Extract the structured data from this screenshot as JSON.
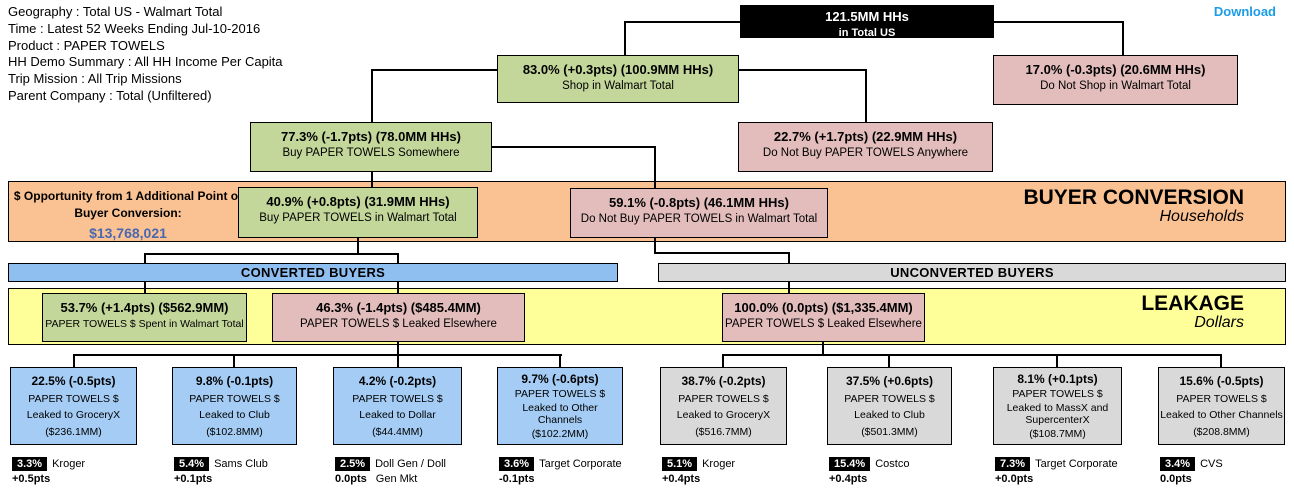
{
  "colors": {
    "green": "#c4d79b",
    "pink": "#e2bdbc",
    "orange": "#fac292",
    "yellow": "#ffff99",
    "blue-band": "#8fbff0",
    "blue-box": "#a4ccf4",
    "gray": "#d9d9d9",
    "link": "#1b9ce6",
    "amount": "#4a68b0"
  },
  "header": {
    "lines": [
      "Geography : Total US - Walmart Total",
      "Time : Latest 52 Weeks Ending Jul-10-2016",
      "Product : PAPER TOWELS",
      "HH Demo Summary : All HH Income Per Capita",
      "Trip Mission : All Trip Missions",
      "Parent Company : Total (Unfiltered)"
    ],
    "download_label": "Download"
  },
  "tree": {
    "total_us": {
      "value": "121.5MM HHs",
      "label": "in Total US"
    },
    "shop": {
      "value": "83.0% (+0.3pts) (100.9MM HHs)",
      "label": "Shop in Walmart Total"
    },
    "not_shop": {
      "value": "17.0% (-0.3pts) (20.6MM HHs)",
      "label": "Do Not Shop in Walmart Total"
    },
    "buy_somewhere": {
      "value": "77.3% (-1.7pts) (78.0MM HHs)",
      "label": "Buy PAPER TOWELS Somewhere"
    },
    "not_buy_anywhere": {
      "value": "22.7% (+1.7pts) (22.9MM HHs)",
      "label": "Do Not Buy PAPER TOWELS Anywhere"
    },
    "buy_walmart": {
      "value": "40.9% (+0.8pts) (31.9MM HHs)",
      "label": "Buy PAPER TOWELS in Walmart Total"
    },
    "not_buy_walmart": {
      "value": "59.1% (-0.8pts) (46.1MM HHs)",
      "label": "Do Not Buy PAPER TOWELS in Walmart Total"
    },
    "spent_walmart": {
      "value": "53.7% (+1.4pts) ($562.9MM)",
      "label": "PAPER TOWELS $ Spent in Walmart Total"
    },
    "leaked_converted": {
      "value": "46.3% (-1.4pts) ($485.4MM)",
      "label": "PAPER TOWELS $ Leaked Elsewhere"
    },
    "leaked_unconverted": {
      "value": "100.0% (0.0pts) ($1,335.4MM)",
      "label": "PAPER TOWELS $ Leaked Elsewhere"
    }
  },
  "opportunity": {
    "line1": "$ Opportunity from 1 Additional Point of",
    "line2": "Buyer Conversion:",
    "amount": "$13,768,021"
  },
  "sections": {
    "buyer_conversion": {
      "title": "BUYER CONVERSION",
      "subtitle": "Households"
    },
    "leakage": {
      "title": "LEAKAGE",
      "subtitle": "Dollars"
    }
  },
  "bands": {
    "converted": "CONVERTED BUYERS",
    "unconverted": "UNCONVERTED BUYERS"
  },
  "leaks": [
    {
      "value": "22.5% (-0.5pts)",
      "product": "PAPER TOWELS $",
      "dest": "Leaked to GroceryX",
      "amount": "($236.1MM)"
    },
    {
      "value": "9.8% (-0.1pts)",
      "product": "PAPER TOWELS $",
      "dest": "Leaked to Club",
      "amount": "($102.8MM)"
    },
    {
      "value": "4.2% (-0.2pts)",
      "product": "PAPER TOWELS $",
      "dest": "Leaked to Dollar",
      "amount": "($44.4MM)"
    },
    {
      "value": "9.7% (-0.6pts)",
      "product": "PAPER TOWELS $",
      "dest": "Leaked to Other Channels",
      "amount": "($102.2MM)"
    },
    {
      "value": "38.7% (-0.2pts)",
      "product": "PAPER TOWELS $",
      "dest": "Leaked to GroceryX",
      "amount": "($516.7MM)"
    },
    {
      "value": "37.5% (+0.6pts)",
      "product": "PAPER TOWELS $",
      "dest": "Leaked to Club",
      "amount": "($501.3MM)"
    },
    {
      "value": "8.1% (+0.1pts)",
      "product": "PAPER TOWELS $",
      "dest": "Leaked to MassX and SupercenterX",
      "amount": "($108.7MM)"
    },
    {
      "value": "15.6% (-0.5pts)",
      "product": "PAPER TOWELS $",
      "dest": "Leaked to Other Channels",
      "amount": "($208.8MM)"
    }
  ],
  "footnotes": [
    {
      "pct": "3.3%",
      "name": "Kroger",
      "pts": "+0.5pts",
      "name2": ""
    },
    {
      "pct": "5.4%",
      "name": "Sams Club",
      "pts": "+0.1pts",
      "name2": ""
    },
    {
      "pct": "2.5%",
      "name": "Doll Gen / Doll",
      "pts": "0.0pts",
      "name2": "Gen Mkt"
    },
    {
      "pct": "3.6%",
      "name": "Target Corporate",
      "pts": "-0.1pts",
      "name2": ""
    },
    {
      "pct": "5.1%",
      "name": "Kroger",
      "pts": "+0.4pts",
      "name2": ""
    },
    {
      "pct": "15.4%",
      "name": "Costco",
      "pts": "+0.4pts",
      "name2": ""
    },
    {
      "pct": "7.3%",
      "name": "Target Corporate",
      "pts": "+0.0pts",
      "name2": ""
    },
    {
      "pct": "3.4%",
      "name": "CVS",
      "pts": "0.0pts",
      "name2": ""
    }
  ]
}
